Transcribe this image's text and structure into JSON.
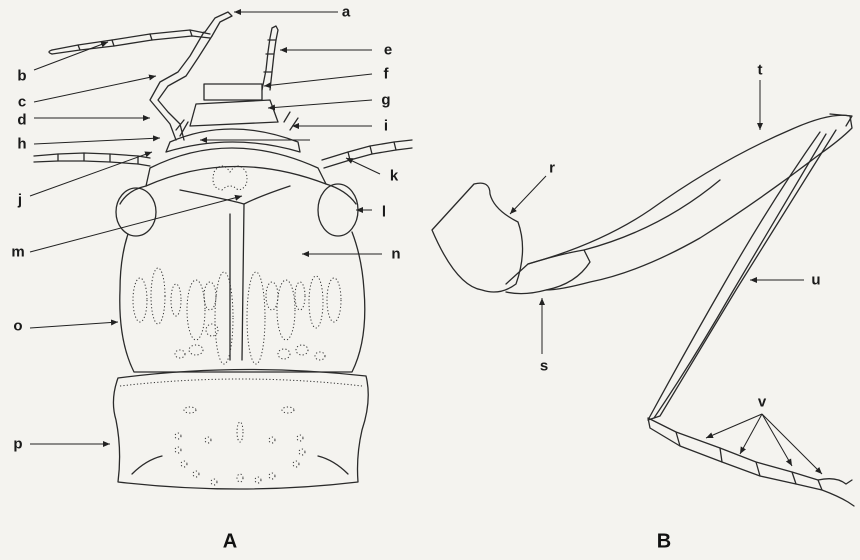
{
  "panels": {
    "a": "A",
    "b": "B"
  },
  "labels": {
    "a": "a",
    "b": "b",
    "c": "c",
    "d": "d",
    "e": "e",
    "f": "f",
    "g": "g",
    "h": "h",
    "i": "i",
    "j": "j",
    "k": "k",
    "l": "l",
    "m": "m",
    "n": "n",
    "o": "o",
    "p": "p",
    "r": "r",
    "s": "s",
    "t": "t",
    "u": "u",
    "v": "v"
  }
}
